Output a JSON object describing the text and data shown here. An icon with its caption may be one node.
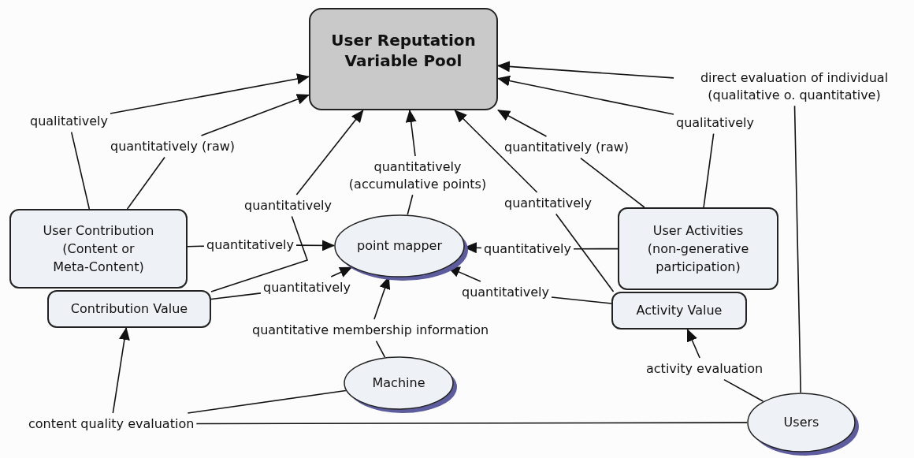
{
  "diagram": {
    "nodes": [
      {
        "text": [
          "User Reputation Variable Pool"
        ]
      },
      {
        "text": [
          "User Contribution (Content or Meta-Content)"
        ]
      },
      {
        "text": [
          "Contribution Value"
        ]
      },
      {
        "text": [
          "point mapper"
        ]
      },
      {
        "text": [
          "User Activities (non-generative participation)"
        ]
      },
      {
        "text": [
          "Activity Value"
        ]
      },
      {
        "text": [
          "Machine"
        ]
      },
      {
        "text": [
          "Users"
        ]
      },
      {
        "text": [
          "qualitatively"
        ]
      },
      {
        "text": [
          "quantitatively (raw)"
        ]
      },
      {
        "text": [
          "quantitatively"
        ]
      },
      {
        "text": [
          "quantitatively (accumulative points)"
        ]
      },
      {
        "text": [
          "quantitatively"
        ]
      },
      {
        "text": [
          "quantitatively"
        ]
      },
      {
        "text": [
          "quantitative membership information"
        ]
      },
      {
        "text": [
          "content quality evaluation"
        ]
      },
      {
        "text": [
          "quantitatively"
        ]
      },
      {
        "text": [
          "quantitatively (raw)"
        ]
      },
      {
        "text": [
          "qualitatively"
        ]
      },
      {
        "text": [
          "direct evaluation of individual (qualitative o. quantitative)"
        ]
      },
      {
        "text": [
          "quantitatively"
        ]
      },
      {
        "text": [
          "quantitatively"
        ]
      },
      {
        "text": [
          "activity evaluation"
        ]
      }
    ],
    "edges": [
      {
        "from": 1,
        "to": 8,
        "arrow": "none"
      },
      {
        "from": 8,
        "to": 0,
        "arrow": "to"
      },
      {
        "from": 1,
        "to": 9,
        "arrow": "none"
      },
      {
        "from": 9,
        "to": 0,
        "arrow": "to"
      },
      {
        "from": 2,
        "to": 10,
        "arrow": "none"
      },
      {
        "from": 10,
        "to": 0,
        "arrow": "to"
      },
      {
        "from": 3,
        "to": 11,
        "arrow": "none"
      },
      {
        "from": 11,
        "to": 0,
        "arrow": "to"
      },
      {
        "from": 1,
        "to": 12,
        "arrow": "none"
      },
      {
        "from": 12,
        "to": 3,
        "arrow": "to"
      },
      {
        "from": 2,
        "to": 13,
        "arrow": "none"
      },
      {
        "from": 13,
        "to": 3,
        "arrow": "to"
      },
      {
        "from": 6,
        "to": 14,
        "arrow": "none"
      },
      {
        "from": 14,
        "to": 3,
        "arrow": "to"
      },
      {
        "from": 6,
        "to": 15,
        "arrow": "none"
      },
      {
        "from": 7,
        "to": 15,
        "arrow": "none"
      },
      {
        "from": 15,
        "to": 2,
        "arrow": "to"
      },
      {
        "from": 5,
        "to": 16,
        "arrow": "none"
      },
      {
        "from": 16,
        "to": 0,
        "arrow": "to"
      },
      {
        "from": 4,
        "to": 17,
        "arrow": "none"
      },
      {
        "from": 17,
        "to": 0,
        "arrow": "to"
      },
      {
        "from": 4,
        "to": 18,
        "arrow": "none"
      },
      {
        "from": 18,
        "to": 0,
        "arrow": "to"
      },
      {
        "from": 7,
        "to": 19,
        "arrow": "none"
      },
      {
        "from": 19,
        "to": 0,
        "arrow": "to"
      },
      {
        "from": 4,
        "to": 20,
        "arrow": "none"
      },
      {
        "from": 20,
        "to": 3,
        "arrow": "to"
      },
      {
        "from": 5,
        "to": 21,
        "arrow": "none"
      },
      {
        "from": 21,
        "to": 3,
        "arrow": "to"
      },
      {
        "from": 7,
        "to": 22,
        "arrow": "none"
      },
      {
        "from": 22,
        "to": 5,
        "arrow": "to"
      }
    ]
  }
}
